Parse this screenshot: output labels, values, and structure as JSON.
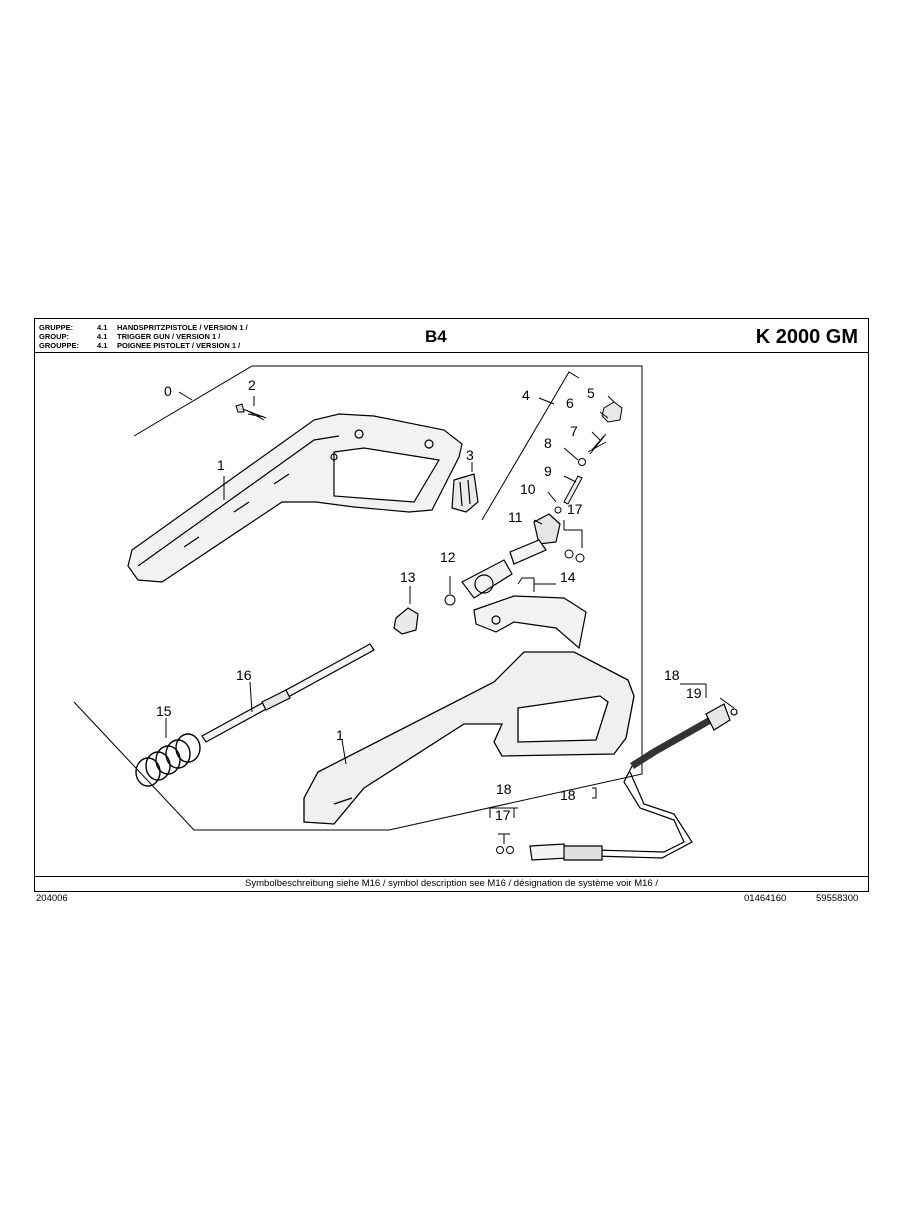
{
  "header": {
    "groups": [
      {
        "key": "GRUPPE:",
        "num": "4.1",
        "title": "HANDSPRITZPISTOLE / VERSION 1 /"
      },
      {
        "key": "GROUP:",
        "num": "4.1",
        "title": "TRIGGER GUN / VERSION 1 /"
      },
      {
        "key": "GROUPPE:",
        "num": "4.1",
        "title": "POIGNEE PISTOLET / VERSION 1 /"
      }
    ],
    "sheet": "B4",
    "model": "K 2000 GM"
  },
  "callouts": {
    "c0": "0",
    "c1a": "1",
    "c1b": "1",
    "c2": "2",
    "c3": "3",
    "c4": "4",
    "c5": "5",
    "c6": "6",
    "c7": "7",
    "c8": "8",
    "c9": "9",
    "c10": "10",
    "c11": "11",
    "c12": "12",
    "c13": "13",
    "c14": "14",
    "c15": "15",
    "c16": "16",
    "c17a": "17",
    "c17b": "17",
    "c18a": "18",
    "c18b": "18",
    "c18c": "18",
    "c19": "19"
  },
  "footer": {
    "note": "Symbolbeschreibung siehe M16 / symbol description see M16 / désignation de système voir M16 /",
    "left_code": "204006",
    "code1": "01464160",
    "code2": "59558300"
  }
}
